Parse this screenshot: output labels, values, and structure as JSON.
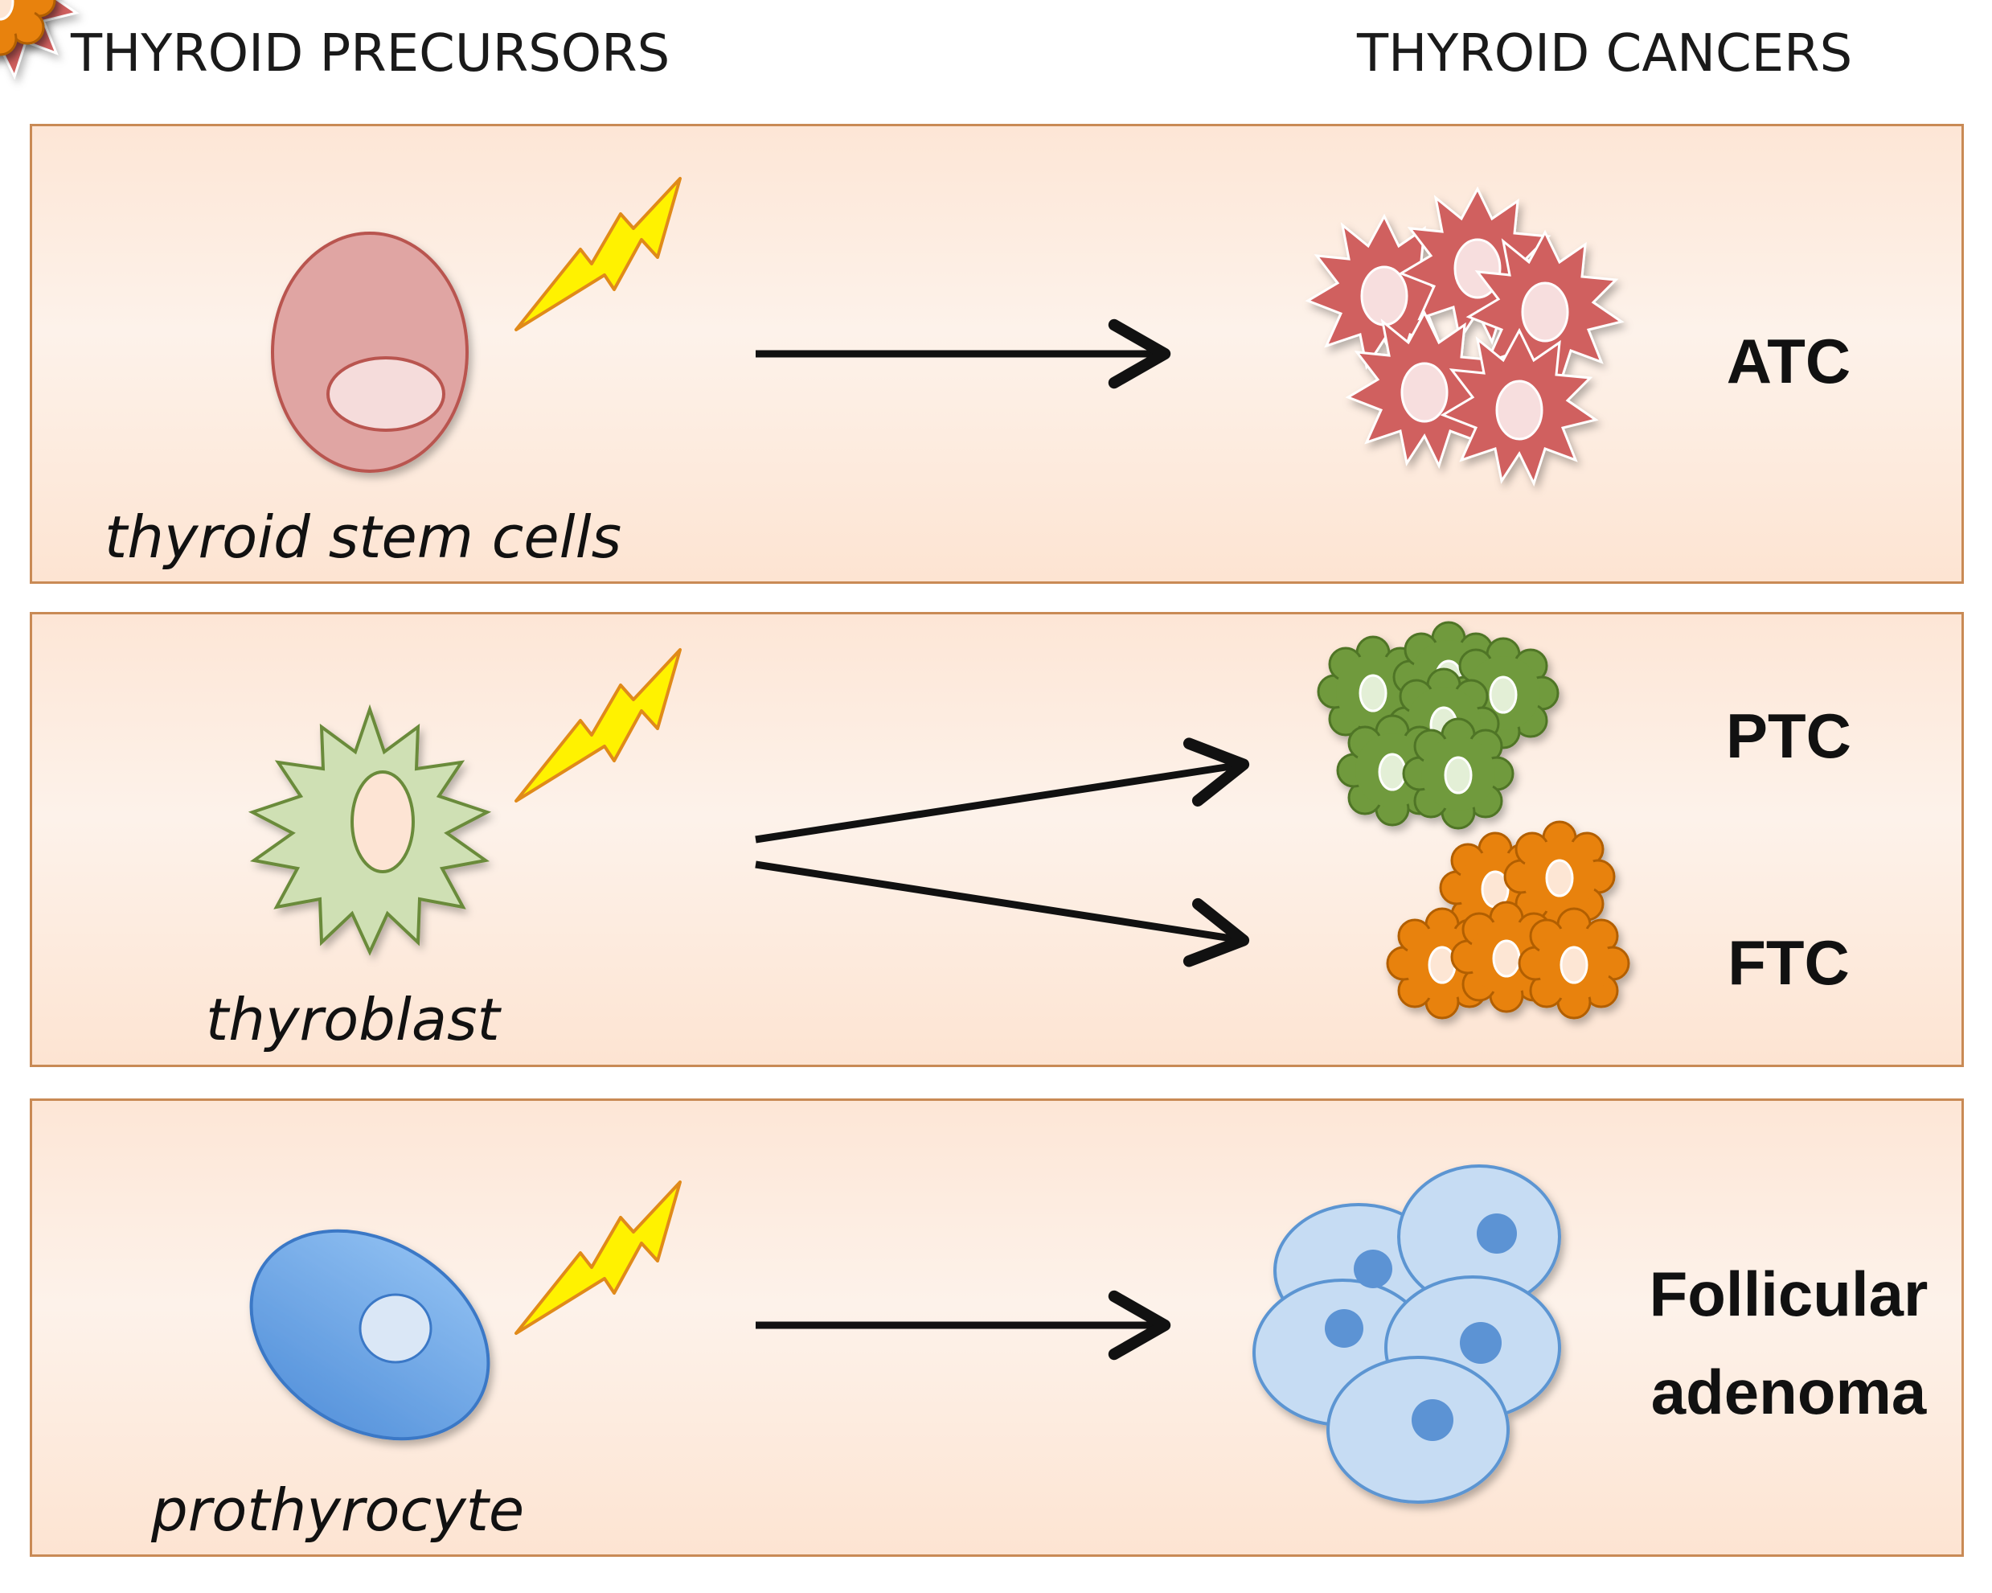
{
  "headers": {
    "left": "THYROID PRECURSORS",
    "right": "THYROID CANCERS"
  },
  "rows": [
    {
      "precursor": "thyroid stem cells",
      "cancers": [
        "ATC"
      ],
      "colors": {
        "cell": "#e0a5a3",
        "nucleus": "#f5d9d8",
        "tumor": "#d0605f"
      }
    },
    {
      "precursor": "thyroblast",
      "cancers": [
        "PTC",
        "FTC"
      ],
      "colors": {
        "cell": "#cfe0b4",
        "nucleus": "#fde3d3",
        "tumor_ptc": "#6f9a3c",
        "tumor_ftc": "#e8820c"
      }
    },
    {
      "precursor": "prothyrocyte",
      "cancers": [
        "Follicular",
        "adenoma"
      ],
      "colors": {
        "cell": "#6ea6e8",
        "nucleus": "#d9e6f5",
        "tumor": "#c6dcf3"
      }
    }
  ],
  "icons": {
    "trigger": "lightning-bolt-icon",
    "transform": "arrow-right-icon"
  },
  "colors": {
    "panel_border": "#c98a55",
    "panel_fill": "#fde8d9",
    "bolt_fill": "#fff200",
    "bolt_stroke": "#e08a1a",
    "arrow": "#111111"
  }
}
